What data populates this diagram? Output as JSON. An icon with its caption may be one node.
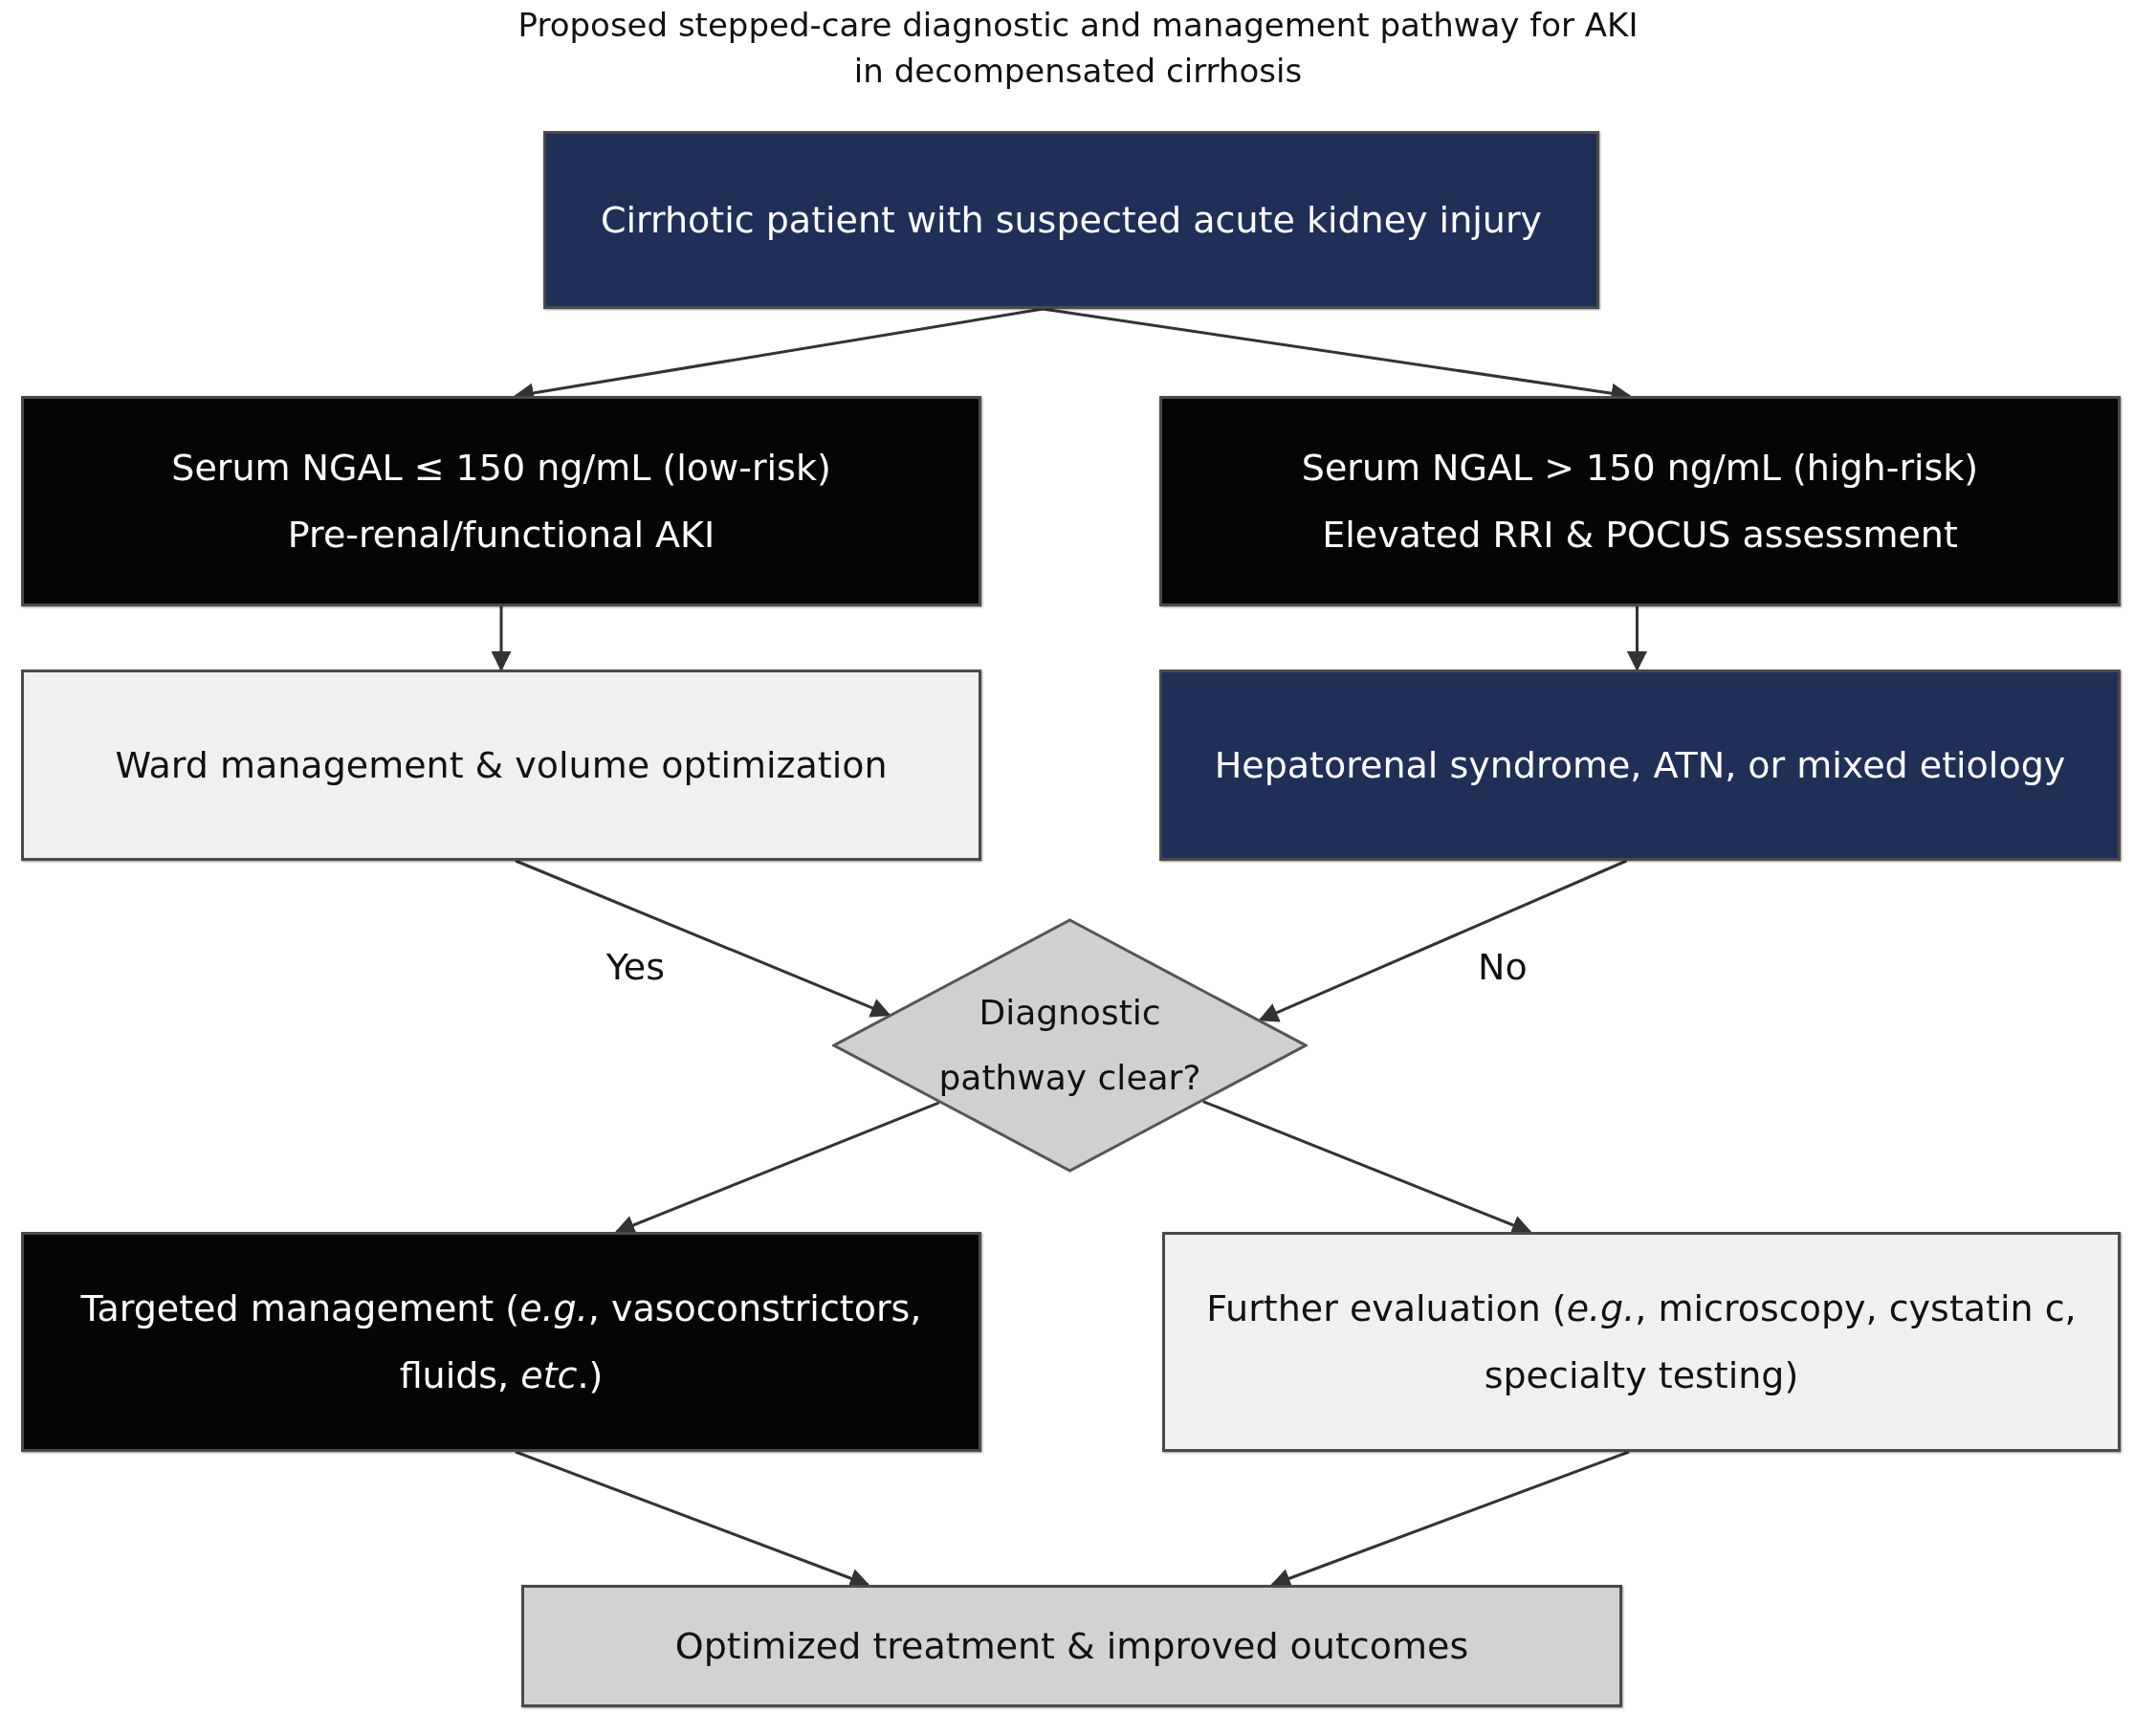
{
  "diagram": {
    "title": "Proposed stepped-care diagnostic and management pathway for AKI in decompensated cirrhosis",
    "nodes": [
      {
        "text": [
          "Cirrhotic patient with suspected acute kidney injury"
        ]
      },
      {
        "text": [
          "Serum NGAL ≤ 150 ng/mL (low-risk)",
          "Pre-renal/functional AKI"
        ]
      },
      {
        "text": [
          "Serum NGAL > 150 ng/mL (high-risk)",
          "Elevated RRI & POCUS assessment"
        ]
      },
      {
        "text": [
          "Ward management & volume optimization"
        ]
      },
      {
        "text": [
          "Hepatorenal syndrome, ATN, or mixed etiology"
        ]
      },
      {
        "text": [
          "Diagnostic pathway clear?"
        ]
      },
      {
        "text": [
          "Targeted management (*e.g.*, vasoconstrictors, fluids, *etc*.)"
        ]
      },
      {
        "text": [
          "Further evaluation (*e.g.*, microscopy, cystatin c, specialty testing)"
        ]
      },
      {
        "text": [
          "Optimized treatment & improved outcomes"
        ]
      }
    ],
    "edges": [
      {
        "from": 0,
        "to": 1,
        "arrow": "to"
      },
      {
        "from": 0,
        "to": 2,
        "arrow": "to"
      },
      {
        "from": 1,
        "to": 3,
        "arrow": "to"
      },
      {
        "from": 2,
        "to": 4,
        "arrow": "to"
      },
      {
        "from": 3,
        "to": 5,
        "arrow": "to",
        "label": "Yes"
      },
      {
        "from": 4,
        "to": 5,
        "arrow": "to",
        "label": "No"
      },
      {
        "from": 5,
        "to": 6,
        "arrow": "to"
      },
      {
        "from": 5,
        "to": 7,
        "arrow": "to"
      },
      {
        "from": 6,
        "to": 8,
        "arrow": "to"
      },
      {
        "from": 7,
        "to": 8,
        "arrow": "to"
      }
    ]
  }
}
